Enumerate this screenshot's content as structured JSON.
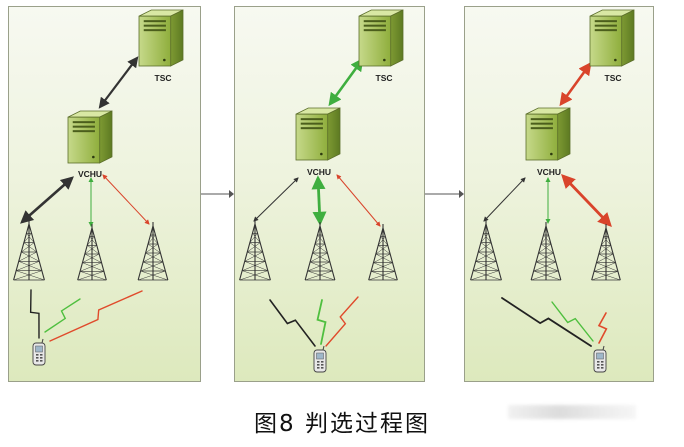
{
  "figure": {
    "caption": "图8 判选过程图",
    "panels": [
      {
        "name": "stage-1",
        "tsc_label": "TSC",
        "vchu_label": "VCHU",
        "links": {
          "tsc_vchu": "#333333",
          "vchu_tower_left": "#333333",
          "vchu_tower_center": "#3fae3f",
          "vchu_tower_right": "#d9442b"
        }
      },
      {
        "name": "stage-2",
        "tsc_label": "TSC",
        "vchu_label": "VCHU",
        "links": {
          "tsc_vchu": "#3fae3f",
          "vchu_tower_left": "#333333",
          "vchu_tower_center": "#3fae3f",
          "vchu_tower_right": "#d9442b"
        }
      },
      {
        "name": "stage-3",
        "tsc_label": "TSC",
        "vchu_label": "VCHU",
        "links": {
          "tsc_vchu": "#d9442b",
          "vchu_tower_left": "#333333",
          "vchu_tower_center": "#3fae3f",
          "vchu_tower_right": "#d9442b"
        }
      }
    ],
    "stage_arrow_color": "#555555",
    "icons": [
      "server-icon",
      "radio-tower-icon",
      "mobile-phone-icon",
      "lightning-signal-icon"
    ]
  }
}
